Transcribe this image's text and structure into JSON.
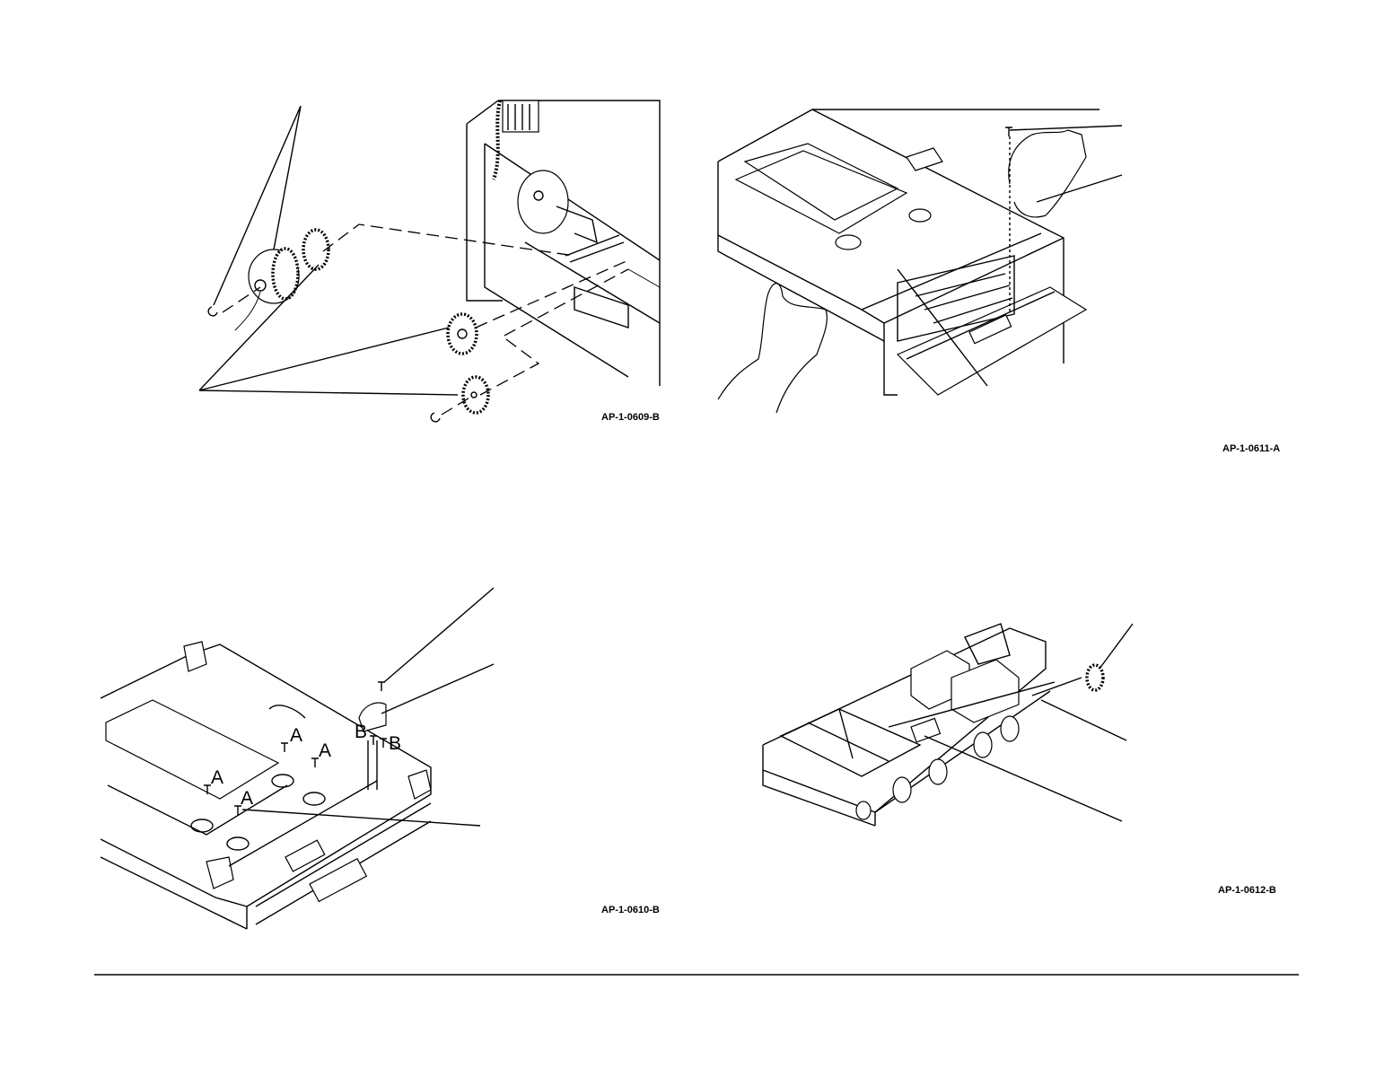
{
  "figures": [
    {
      "id": "fig1",
      "code": "AP-1-0609-B"
    },
    {
      "id": "fig2",
      "code": "AP-1-0611-A"
    },
    {
      "id": "fig3",
      "code": "AP-1-0610-B"
    },
    {
      "id": "fig4",
      "code": "AP-1-0612-B"
    }
  ],
  "fig3_callouts": [
    "A",
    "A",
    "A",
    "A",
    "B",
    "B"
  ]
}
